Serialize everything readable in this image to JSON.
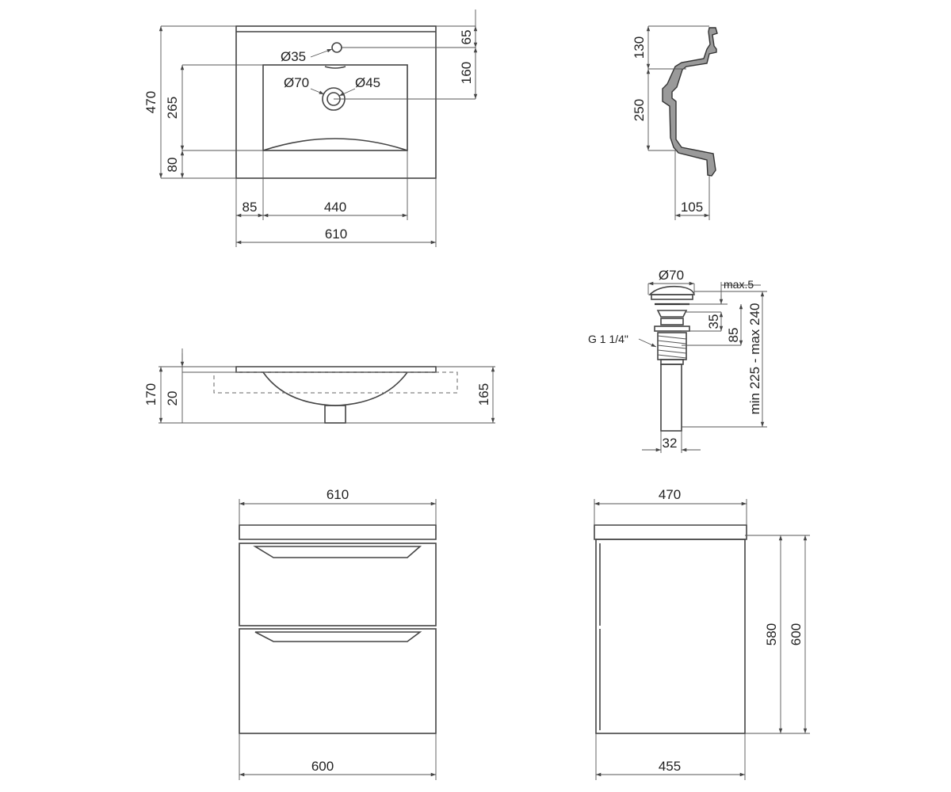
{
  "top_view": {
    "height": "470",
    "bowl_height": "265",
    "front_rim": "80",
    "tap_to_back": "65",
    "tap_to_drain": "160",
    "tap_hole": "Ø35",
    "drain_outer": "Ø70",
    "drain_inner": "Ø45",
    "left_rim": "85",
    "bowl_width": "440",
    "total_width": "610"
  },
  "side_profile": {
    "upper": "130",
    "lower": "250",
    "depth": "105"
  },
  "drain": {
    "cap": "Ø70",
    "gap": "max.5",
    "neck": "35",
    "body": "85",
    "range": "min 225 - max 240",
    "thread": "G 1 1/4\"",
    "pipe": "32"
  },
  "front_section": {
    "total": "170",
    "rim": "20",
    "depth": "165"
  },
  "cabinet_front": {
    "top_width": "610",
    "bottom_width": "600"
  },
  "cabinet_side": {
    "top_depth": "470",
    "bottom_depth": "455",
    "body_height": "580",
    "total_height": "600"
  }
}
